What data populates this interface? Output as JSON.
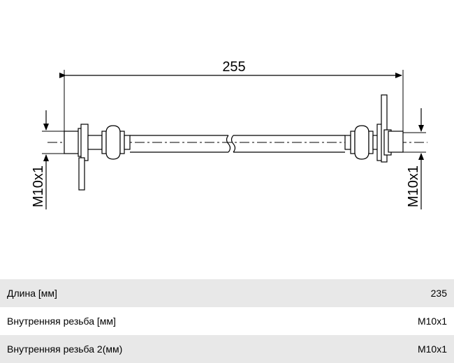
{
  "drawing": {
    "length_dimension": "255",
    "thread_left": "M10x1",
    "thread_right": "M10x1"
  },
  "specs": [
    {
      "label": "Длина [мм]",
      "value": "235"
    },
    {
      "label": "Внутренняя резьба [мм]",
      "value": "M10x1"
    },
    {
      "label": "Внутренняя резьба 2(мм)",
      "value": "M10x1"
    }
  ]
}
